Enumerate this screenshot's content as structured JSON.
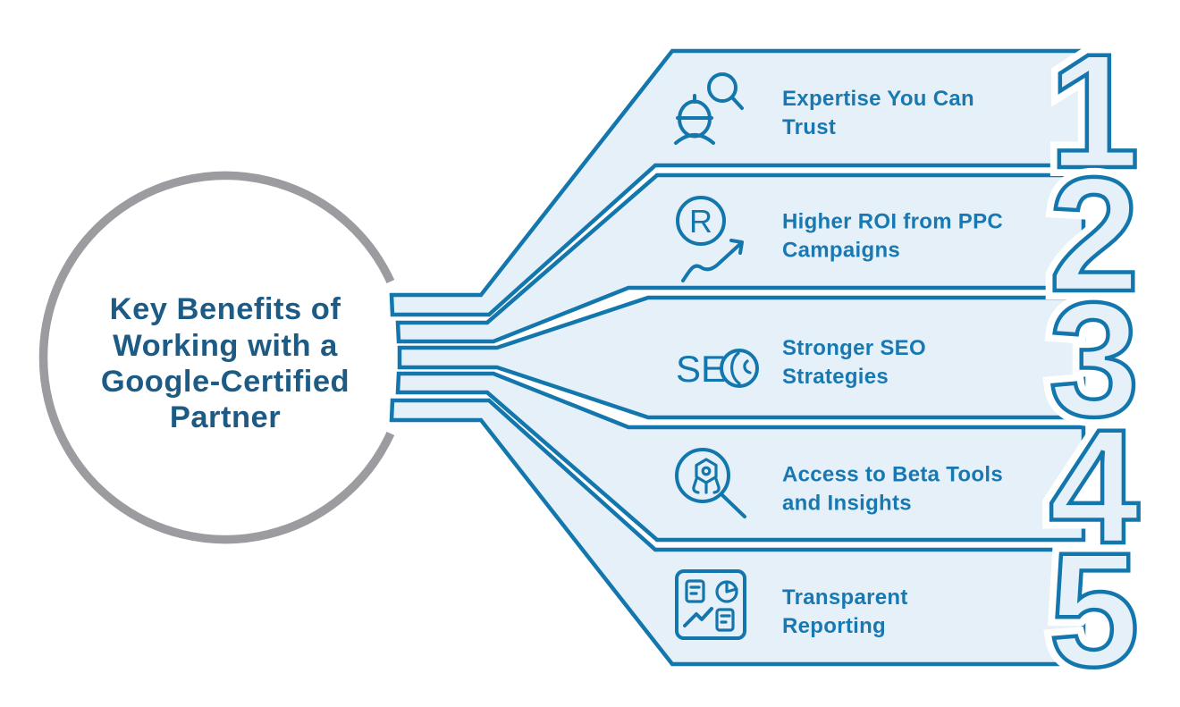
{
  "title": {
    "line1": "Key Benefits of",
    "line2": "Working with a",
    "line3": "Google-Certified",
    "line4": "Partner"
  },
  "items": [
    {
      "number": "1",
      "label_line1": "Expertise You Can",
      "label_line2": "Trust",
      "icon": "expert-search-icon"
    },
    {
      "number": "2",
      "label_line1": "Higher ROI from PPC",
      "label_line2": "Campaigns",
      "icon": "roi-growth-icon"
    },
    {
      "number": "3",
      "label_line1": "Stronger SEO",
      "label_line2": "Strategies",
      "icon": "seo-globe-icon"
    },
    {
      "number": "4",
      "label_line1": "Access to Beta Tools",
      "label_line2": "and Insights",
      "icon": "beta-tools-icon"
    },
    {
      "number": "5",
      "label_line1": "Transparent",
      "label_line2": "Reporting",
      "icon": "report-dashboard-icon"
    }
  ],
  "icon_text": {
    "roi_letter": "R",
    "seo_letters": "SE"
  },
  "colors": {
    "outline_blue": "#1377ad",
    "band_fill": "#e6f0f8",
    "label_blue": "#1879b2",
    "title_navy": "#1d5b85",
    "ring_gray": "#9c9ca0",
    "background": "#ffffff"
  }
}
